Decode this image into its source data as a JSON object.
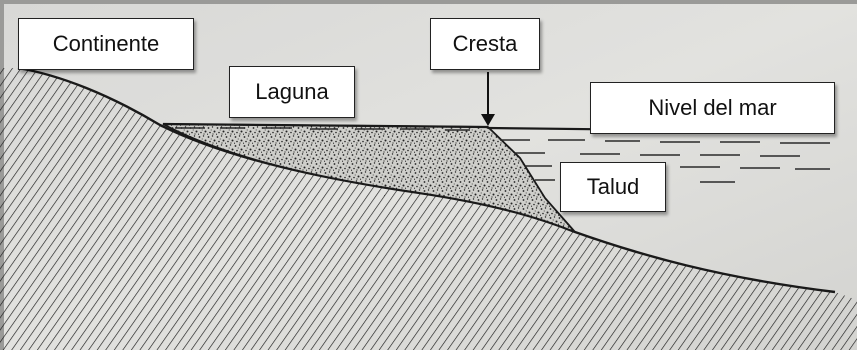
{
  "labels": {
    "continente": "Continente",
    "laguna": "Laguna",
    "cresta": "Cresta",
    "nivel_del_mar": "Nivel del mar",
    "talud": "Talud"
  },
  "colors": {
    "paper": "#dcdcd8",
    "ink": "#1a1a1a",
    "sediment": "#2b2b2b"
  }
}
